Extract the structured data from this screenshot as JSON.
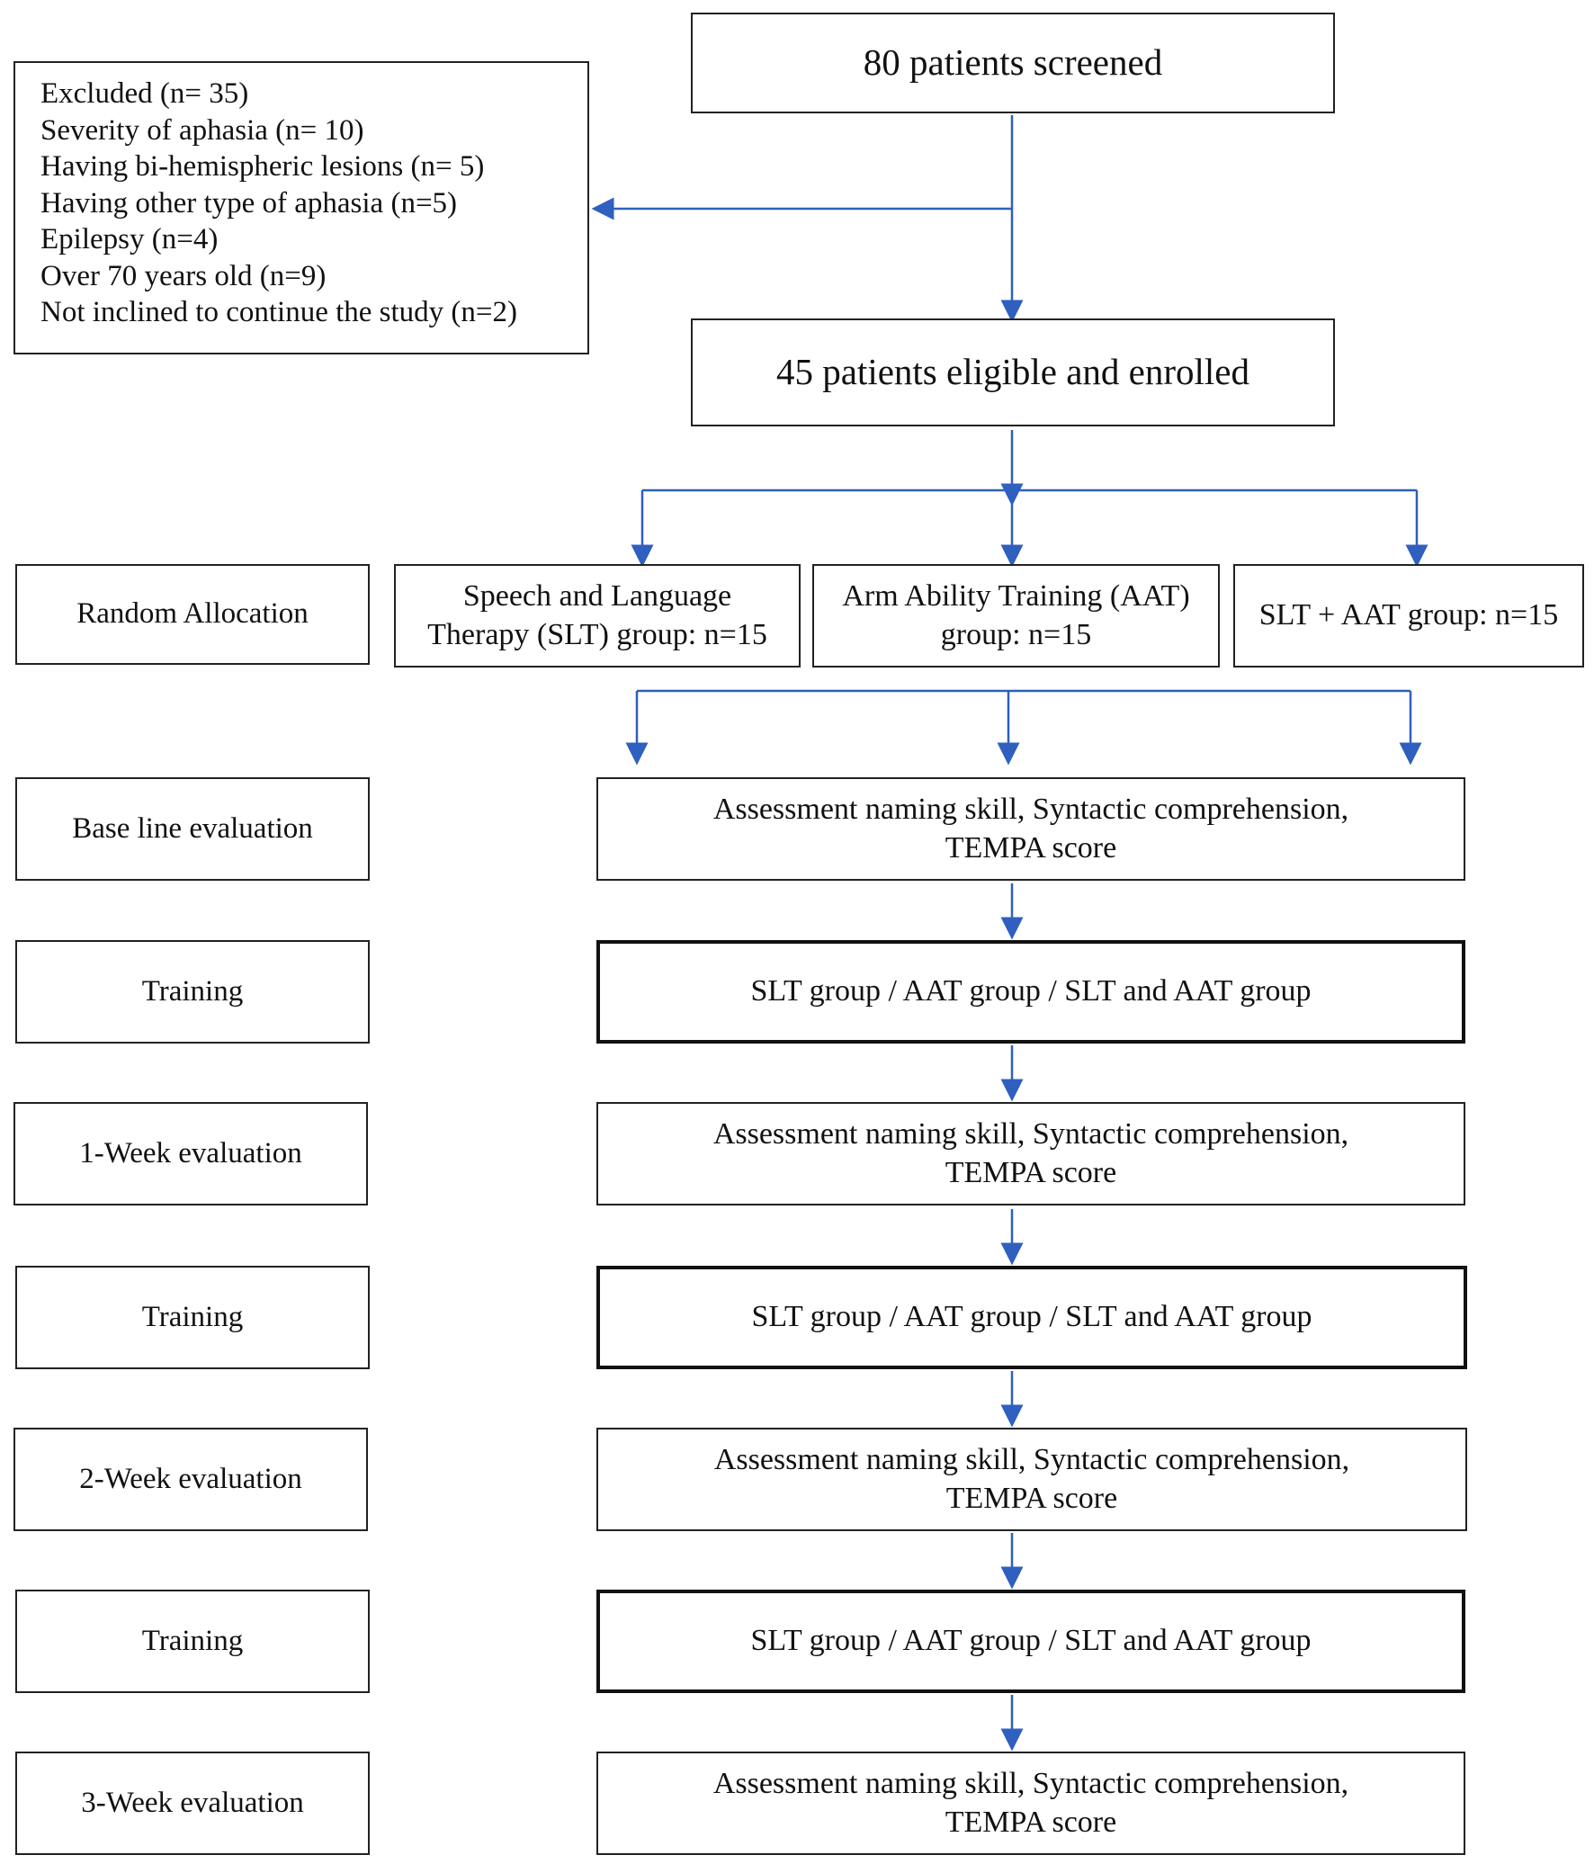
{
  "screened": {
    "text": "80 patients screened"
  },
  "excluded": {
    "lines": [
      "Excluded (n= 35)",
      "Severity of aphasia (n= 10)",
      "Having bi-hemispheric lesions (n= 5)",
      "Having other type of aphasia (n=5)",
      "Epilepsy (n=4)",
      "Over 70 years old (n=9)",
      "Not inclined to continue the study (n=2)"
    ]
  },
  "enrolled": {
    "text": "45 patients eligible and enrolled"
  },
  "allocation": {
    "label": "Random Allocation",
    "groups": [
      {
        "line1": "Speech and Language",
        "line2": "Therapy (SLT) group: n=15"
      },
      {
        "line1": "Arm Ability Training (AAT)",
        "line2": "group: n=15"
      },
      {
        "line1": "SLT + AAT group: n=15",
        "line2": ""
      }
    ]
  },
  "stages": [
    {
      "label": "Base line evaluation",
      "line1": "Assessment naming skill, Syntactic comprehension,",
      "line2": "TEMPA score",
      "kind": "evaluation"
    },
    {
      "label": "Training",
      "line1": "SLT group / AAT group / SLT and AAT group",
      "line2": "",
      "kind": "training"
    },
    {
      "label": "1-Week evaluation",
      "line1": "Assessment naming skill, Syntactic comprehension,",
      "line2": "TEMPA score",
      "kind": "evaluation"
    },
    {
      "label": "Training",
      "line1": "SLT group / AAT group / SLT and AAT group",
      "line2": "",
      "kind": "training"
    },
    {
      "label": "2-Week evaluation",
      "line1": "Assessment naming skill, Syntactic comprehension,",
      "line2": "TEMPA score",
      "kind": "evaluation"
    },
    {
      "label": "Training",
      "line1": "SLT group / AAT group / SLT and AAT group",
      "line2": "",
      "kind": "training"
    },
    {
      "label": "3-Week evaluation",
      "line1": "Assessment naming skill, Syntactic comprehension,",
      "line2": "TEMPA score",
      "kind": "evaluation"
    }
  ],
  "colors": {
    "arrow": "#2f5fbf",
    "border": "#222222"
  }
}
